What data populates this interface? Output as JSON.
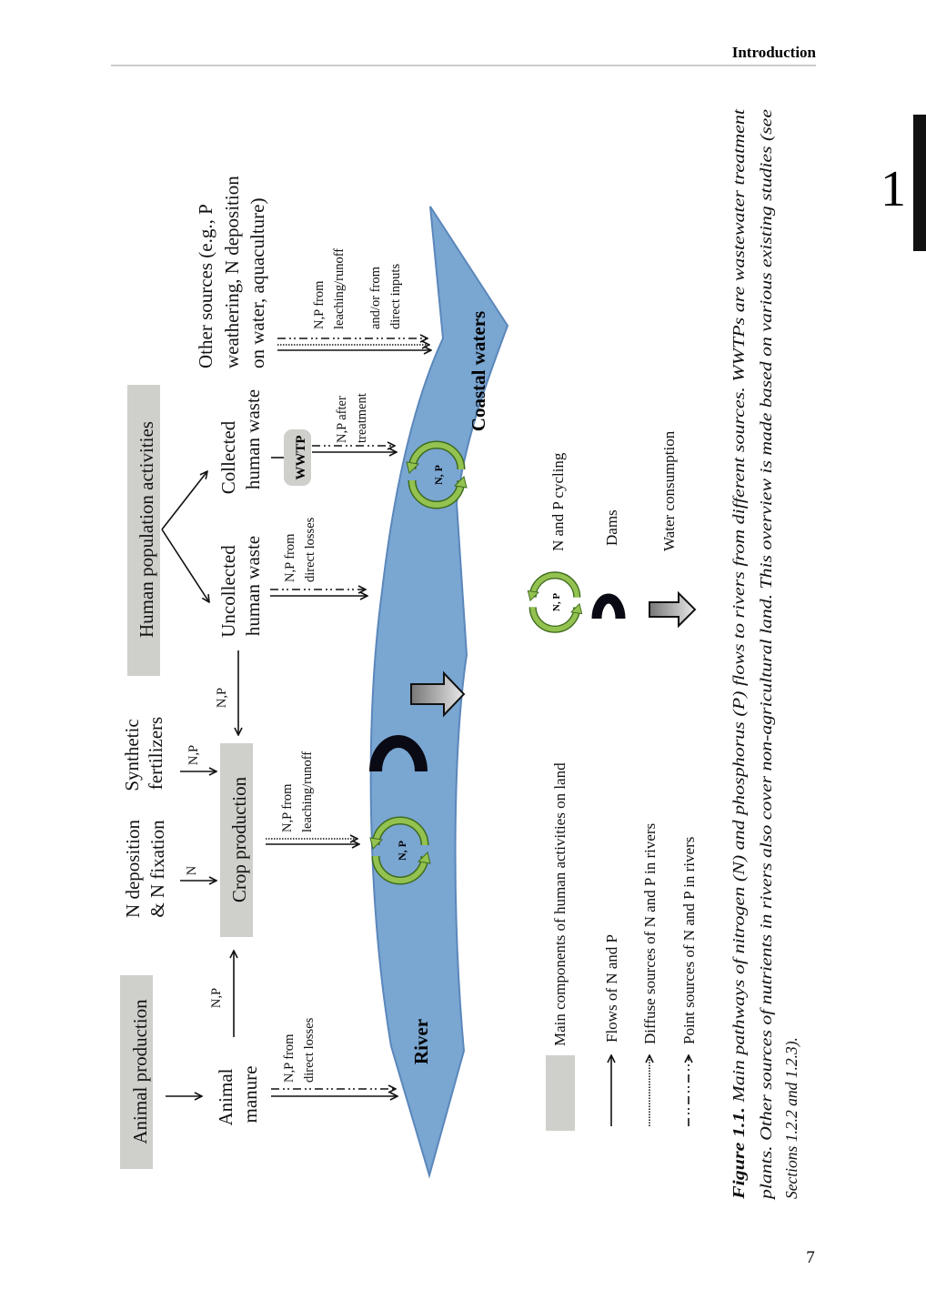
{
  "header": {
    "section": "Introduction",
    "chapter": "1",
    "page": "7"
  },
  "diagram": {
    "animal_production": "Animal production",
    "animal_manure": [
      "Animal",
      "manure"
    ],
    "crop_production": "Crop production",
    "n_deposition": [
      "N deposition",
      "& N fixation"
    ],
    "synthetic_fertilizers": [
      "Synthetic",
      "fertilizers"
    ],
    "human_population": "Human population activities",
    "uncollected_waste": [
      "Uncollected",
      "human waste"
    ],
    "collected_waste": [
      "Collected",
      "human waste"
    ],
    "other_sources": [
      "Other sources (e.g., P",
      "weathering, N deposition",
      "on water, aquaculture)"
    ],
    "wwtp": "WWTP",
    "flow_labels": {
      "manure_to_crop": "N,P",
      "n_input": "N",
      "fertilizer_input": "N,P",
      "waste_to_crop": "N,P",
      "manure_losses": [
        "N,P from",
        "direct losses"
      ],
      "crop_leaching": [
        "N,P from",
        "leaching/runoff"
      ],
      "uncollected_losses": [
        "N,P from",
        "direct losses"
      ],
      "wwtp_treatment": [
        "N,P after",
        "treatment"
      ],
      "other_inputs": [
        "N,P from",
        "leaching/runoff",
        "and/or from",
        "direct inputs"
      ]
    },
    "river": "River",
    "coastal_waters": "Coastal waters",
    "cycling_label": "N, P"
  },
  "legend": {
    "land": "Main components of human activities on land",
    "flows": "Flows of N and P",
    "diffuse": "Diffuse sources of N and P in rivers",
    "point": "Point sources of N and P in rivers",
    "cycling": "N and P cycling",
    "cycling_icon_label": "N, P",
    "dams": "Dams",
    "water": "Water consumption"
  },
  "caption": {
    "label": "Figure 1.1.",
    "line1": " Main pathways of nitrogen (N) and phosphorus (P) flows to rivers from different sources. WWTPs are wastewater treatment",
    "line2": "plants. Other sources of nutrients in rivers also cover non-agricultural land. This overview is made based on various existing studies (see",
    "line3": "Sections 1.2.2 and 1.2.3)."
  },
  "colors": {
    "river": "#7aa6d2",
    "river_edge": "#5b87bb",
    "box": "#cfcfcb",
    "cycle": "#8dbb48",
    "dam": "#0a0a14"
  }
}
